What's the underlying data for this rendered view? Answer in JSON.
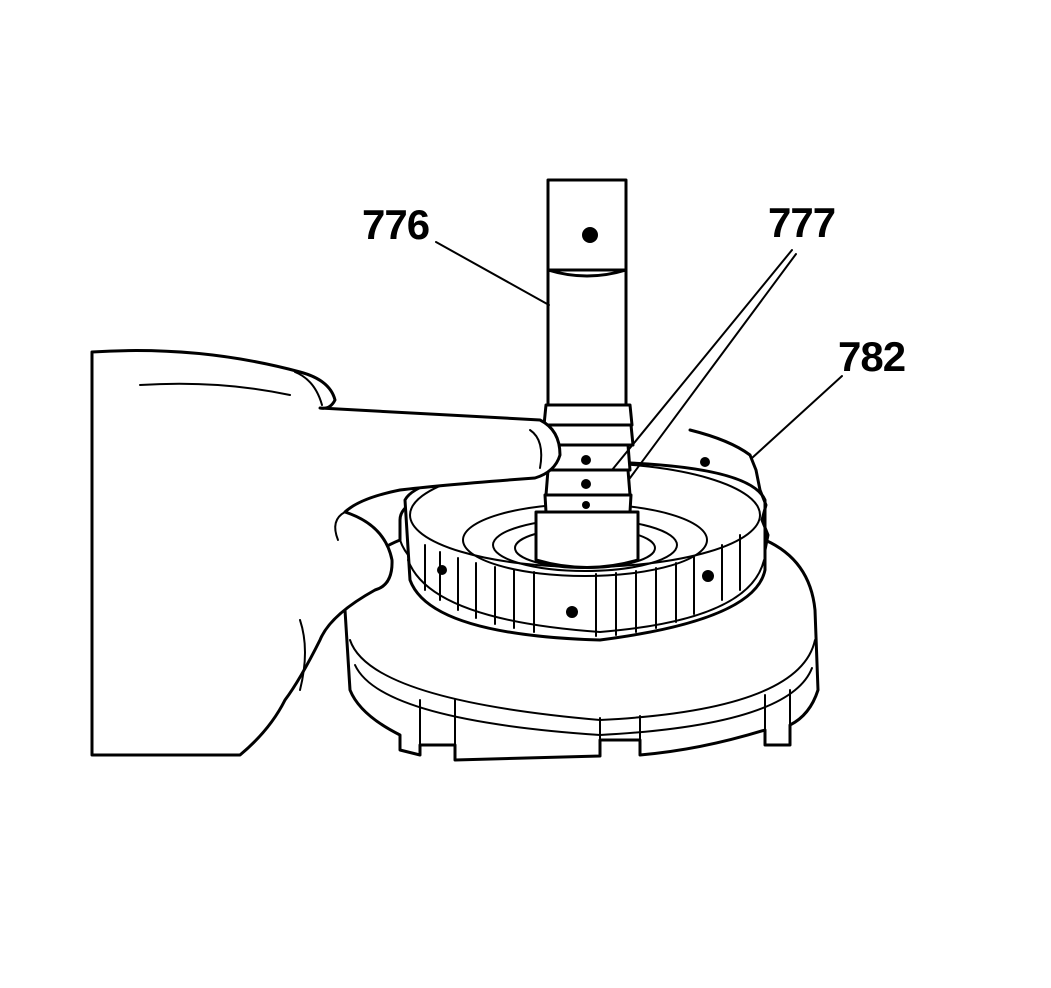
{
  "callouts": {
    "shaft": "776",
    "seal_rings": "777",
    "housing": "782"
  }
}
